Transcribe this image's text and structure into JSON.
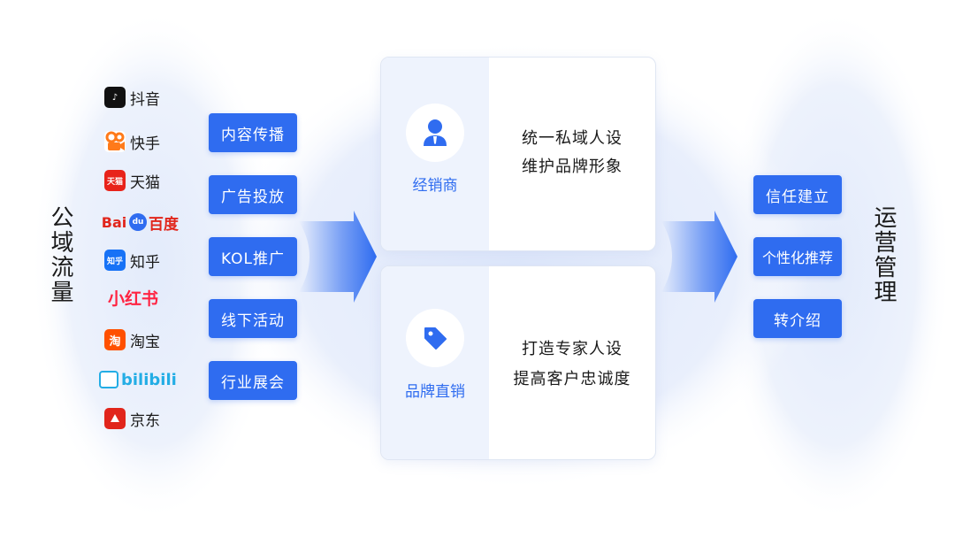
{
  "left_title": "公域流量",
  "right_title": "运营管理",
  "platforms": [
    {
      "name": "抖音",
      "icon": "douyin-icon",
      "icon_text": "♪",
      "color": "#111111"
    },
    {
      "name": "快手",
      "icon": "kuaishou-icon",
      "icon_text": "",
      "color": "#ff7a1a"
    },
    {
      "name": "天猫",
      "icon": "tmall-icon",
      "icon_text": "天猫",
      "color": "#e8231a"
    },
    {
      "name": "百度",
      "icon": "baidu-icon",
      "icon_text": "Bai",
      "color": "#e1261c"
    },
    {
      "name": "知乎",
      "icon": "zhihu-icon",
      "icon_text": "知乎",
      "color": "#1772f6"
    },
    {
      "name": "小红书",
      "icon": "xiaohongshu-icon",
      "icon_text": "",
      "color": "#ff2442"
    },
    {
      "name": "淘宝",
      "icon": "taobao-icon",
      "icon_text": "淘",
      "color": "#ff5000"
    },
    {
      "name": "bilibili",
      "icon": "bilibili-icon",
      "icon_text": "",
      "color": "#23ade5"
    },
    {
      "name": "京东",
      "icon": "jd-icon",
      "icon_text": "",
      "color": "#e1251b"
    }
  ],
  "left_tags": [
    "内容传播",
    "广告投放",
    "KOL推广",
    "线下活动",
    "行业展会"
  ],
  "cards": [
    {
      "role": "经销商",
      "icon": "user-icon",
      "lines": [
        "统一私域人设",
        "维护品牌形象"
      ]
    },
    {
      "role": "品牌直销",
      "icon": "tag-icon",
      "lines": [
        "打造专家人设",
        "提高客户忠诚度"
      ]
    }
  ],
  "right_tags": [
    "信任建立",
    "个性化推荐",
    "转介绍"
  ],
  "colors": {
    "accent": "#2f6cf0",
    "card_panel": "#eef3fd",
    "bg_glow": "#e9effc"
  }
}
